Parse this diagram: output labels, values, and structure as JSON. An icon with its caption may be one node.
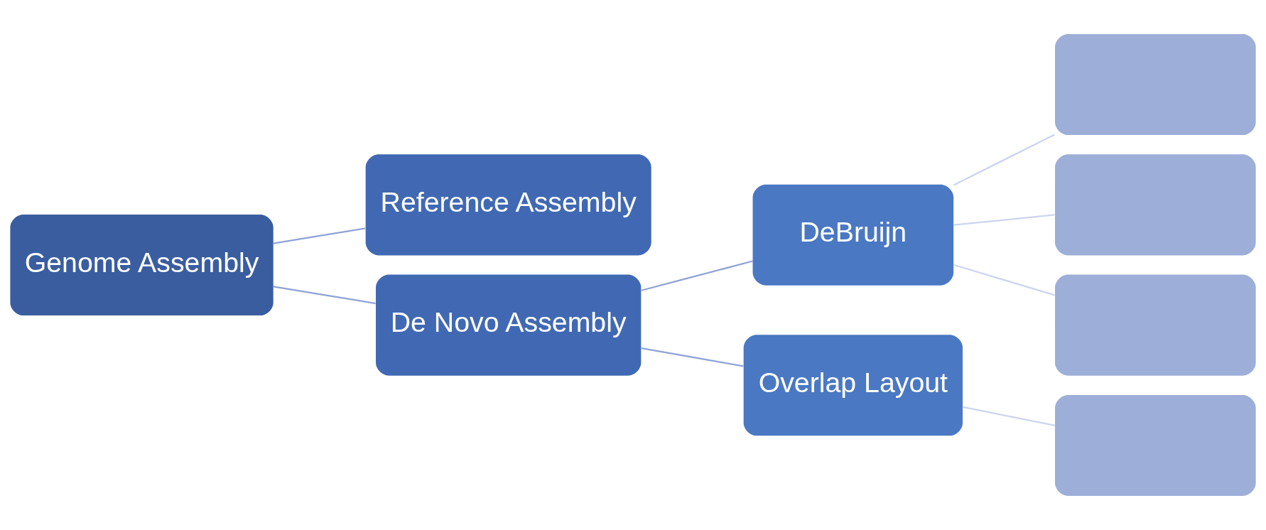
{
  "diagram": {
    "nodes": [
      {
        "text": [
          "Genome Assembly"
        ]
      },
      {
        "text": [
          "Reference Assembly"
        ]
      },
      {
        "text": [
          "De Novo Assembly"
        ]
      },
      {
        "text": [
          "DeBruijn"
        ]
      },
      {
        "text": [
          "Overlap Layout"
        ]
      },
      {
        "text": [],
        "shape": "box"
      },
      {
        "text": [],
        "shape": "box"
      },
      {
        "text": [],
        "shape": "box"
      },
      {
        "text": [],
        "shape": "box"
      }
    ],
    "edges": [
      {
        "from": 0,
        "to": 1,
        "arrow": "none"
      },
      {
        "from": 0,
        "to": 2,
        "arrow": "none"
      },
      {
        "from": 2,
        "to": 3,
        "arrow": "none"
      },
      {
        "from": 2,
        "to": 4,
        "arrow": "none"
      },
      {
        "from": 3,
        "to": 5,
        "arrow": "none",
        "color": "#cdd5ec"
      },
      {
        "from": 3,
        "to": 6,
        "arrow": "none",
        "color": "#cdd5ec"
      },
      {
        "from": 3,
        "to": 7,
        "arrow": "none",
        "color": "#cdd5ec"
      },
      {
        "from": 4,
        "to": 8,
        "arrow": "none",
        "color": "#cdd5ec"
      }
    ]
  }
}
